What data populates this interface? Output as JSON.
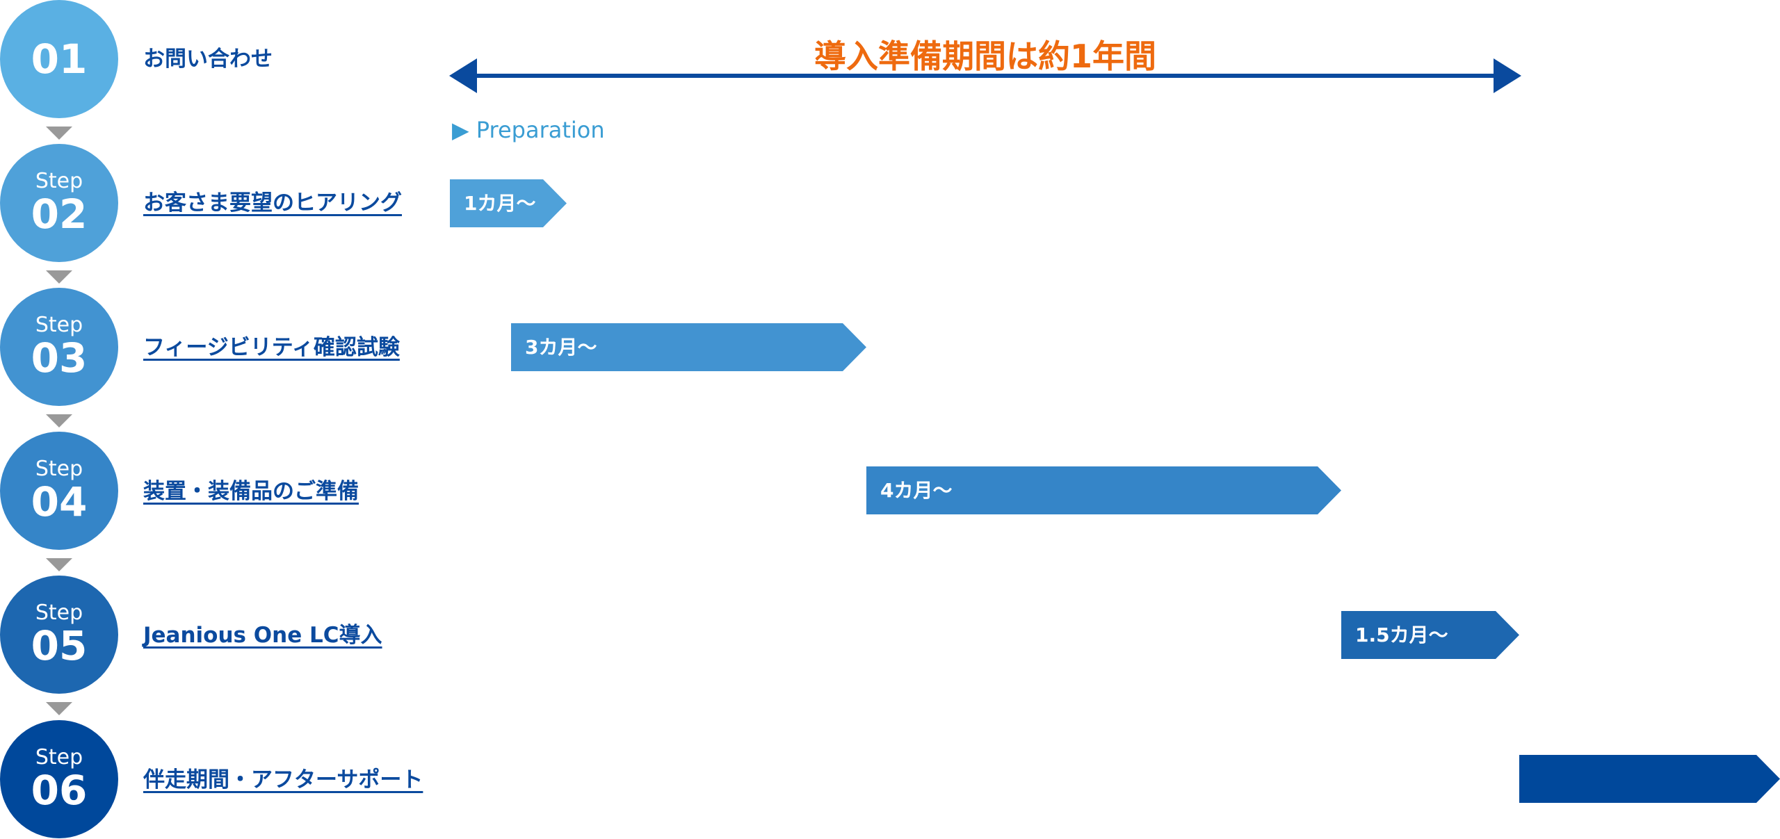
{
  "header": {
    "title": "導入準備期間は約1年間",
    "section_label": "Preparation",
    "section_icon": "play-triangle-icon"
  },
  "steps": [
    {
      "prefix": "",
      "number": "01",
      "label": "お問い合わせ",
      "color": "#5ab0e3",
      "linked": false
    },
    {
      "prefix": "Step",
      "number": "02",
      "label": "お客さま要望のヒアリング",
      "color": "#4fa1d9",
      "linked": true
    },
    {
      "prefix": "Step",
      "number": "03",
      "label": "フィージビリティ確認試験",
      "color": "#4293d1",
      "linked": true
    },
    {
      "prefix": "Step",
      "number": "04",
      "label": "装置・装備品のご準備",
      "color": "#3585c8",
      "linked": true
    },
    {
      "prefix": "Step",
      "number": "05",
      "label": "Jeanious One LC導入",
      "color": "#1d67b0",
      "linked": true
    },
    {
      "prefix": "Step",
      "number": "06",
      "label": "伴走期間・アフターサポート",
      "color": "#00489b",
      "linked": true
    }
  ],
  "durations": [
    {
      "step": "02",
      "label": "1カ月〜",
      "color": "#4fa1d9"
    },
    {
      "step": "03",
      "label": "3カ月〜",
      "color": "#4293d1"
    },
    {
      "step": "04",
      "label": "4カ月〜",
      "color": "#3585c8"
    },
    {
      "step": "05",
      "label": "1.5カ月〜",
      "color": "#1d67b0"
    },
    {
      "step": "06",
      "label": "",
      "color": "#00489b"
    }
  ],
  "colors": {
    "text": "#0b4a9e",
    "accent": "#ee6a0f",
    "arrow": "#0a4a9e"
  }
}
